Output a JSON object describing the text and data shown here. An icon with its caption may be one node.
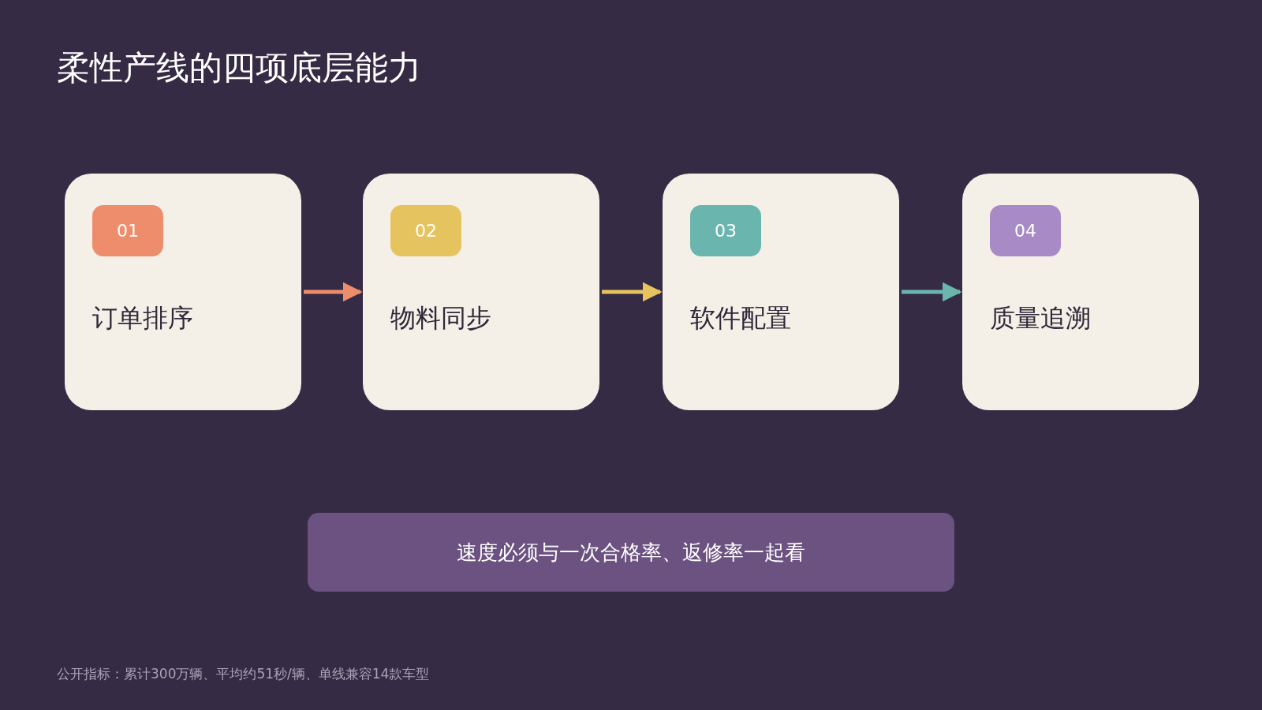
{
  "diagram": {
    "title": "柔性产线的四项底层能力",
    "nodes": [
      {
        "text": [
          "订单排序"
        ]
      },
      {
        "text": [
          "01"
        ],
        "in": 0
      },
      {
        "text": [
          "物料同步"
        ]
      },
      {
        "text": [
          "02"
        ],
        "in": 2
      },
      {
        "text": [
          "软件配置"
        ]
      },
      {
        "text": [
          "03"
        ],
        "in": 4
      },
      {
        "text": [
          "质量追溯"
        ]
      },
      {
        "text": [
          "04"
        ],
        "in": 6
      },
      {
        "text": [
          "速度必须与一次合格率、返修率一起看"
        ]
      }
    ],
    "edges": [
      {
        "from": 0,
        "to": 2,
        "arrow": "to",
        "color": "#ee8d6b"
      },
      {
        "from": 2,
        "to": 4,
        "arrow": "to",
        "color": "#e5c45f"
      },
      {
        "from": 4,
        "to": 6,
        "arrow": "to",
        "color": "#6ab5ad"
      }
    ],
    "labels": [
      "公开指标：累计300万辆、平均约51秒/辆、单线兼容14款车型"
    ]
  }
}
